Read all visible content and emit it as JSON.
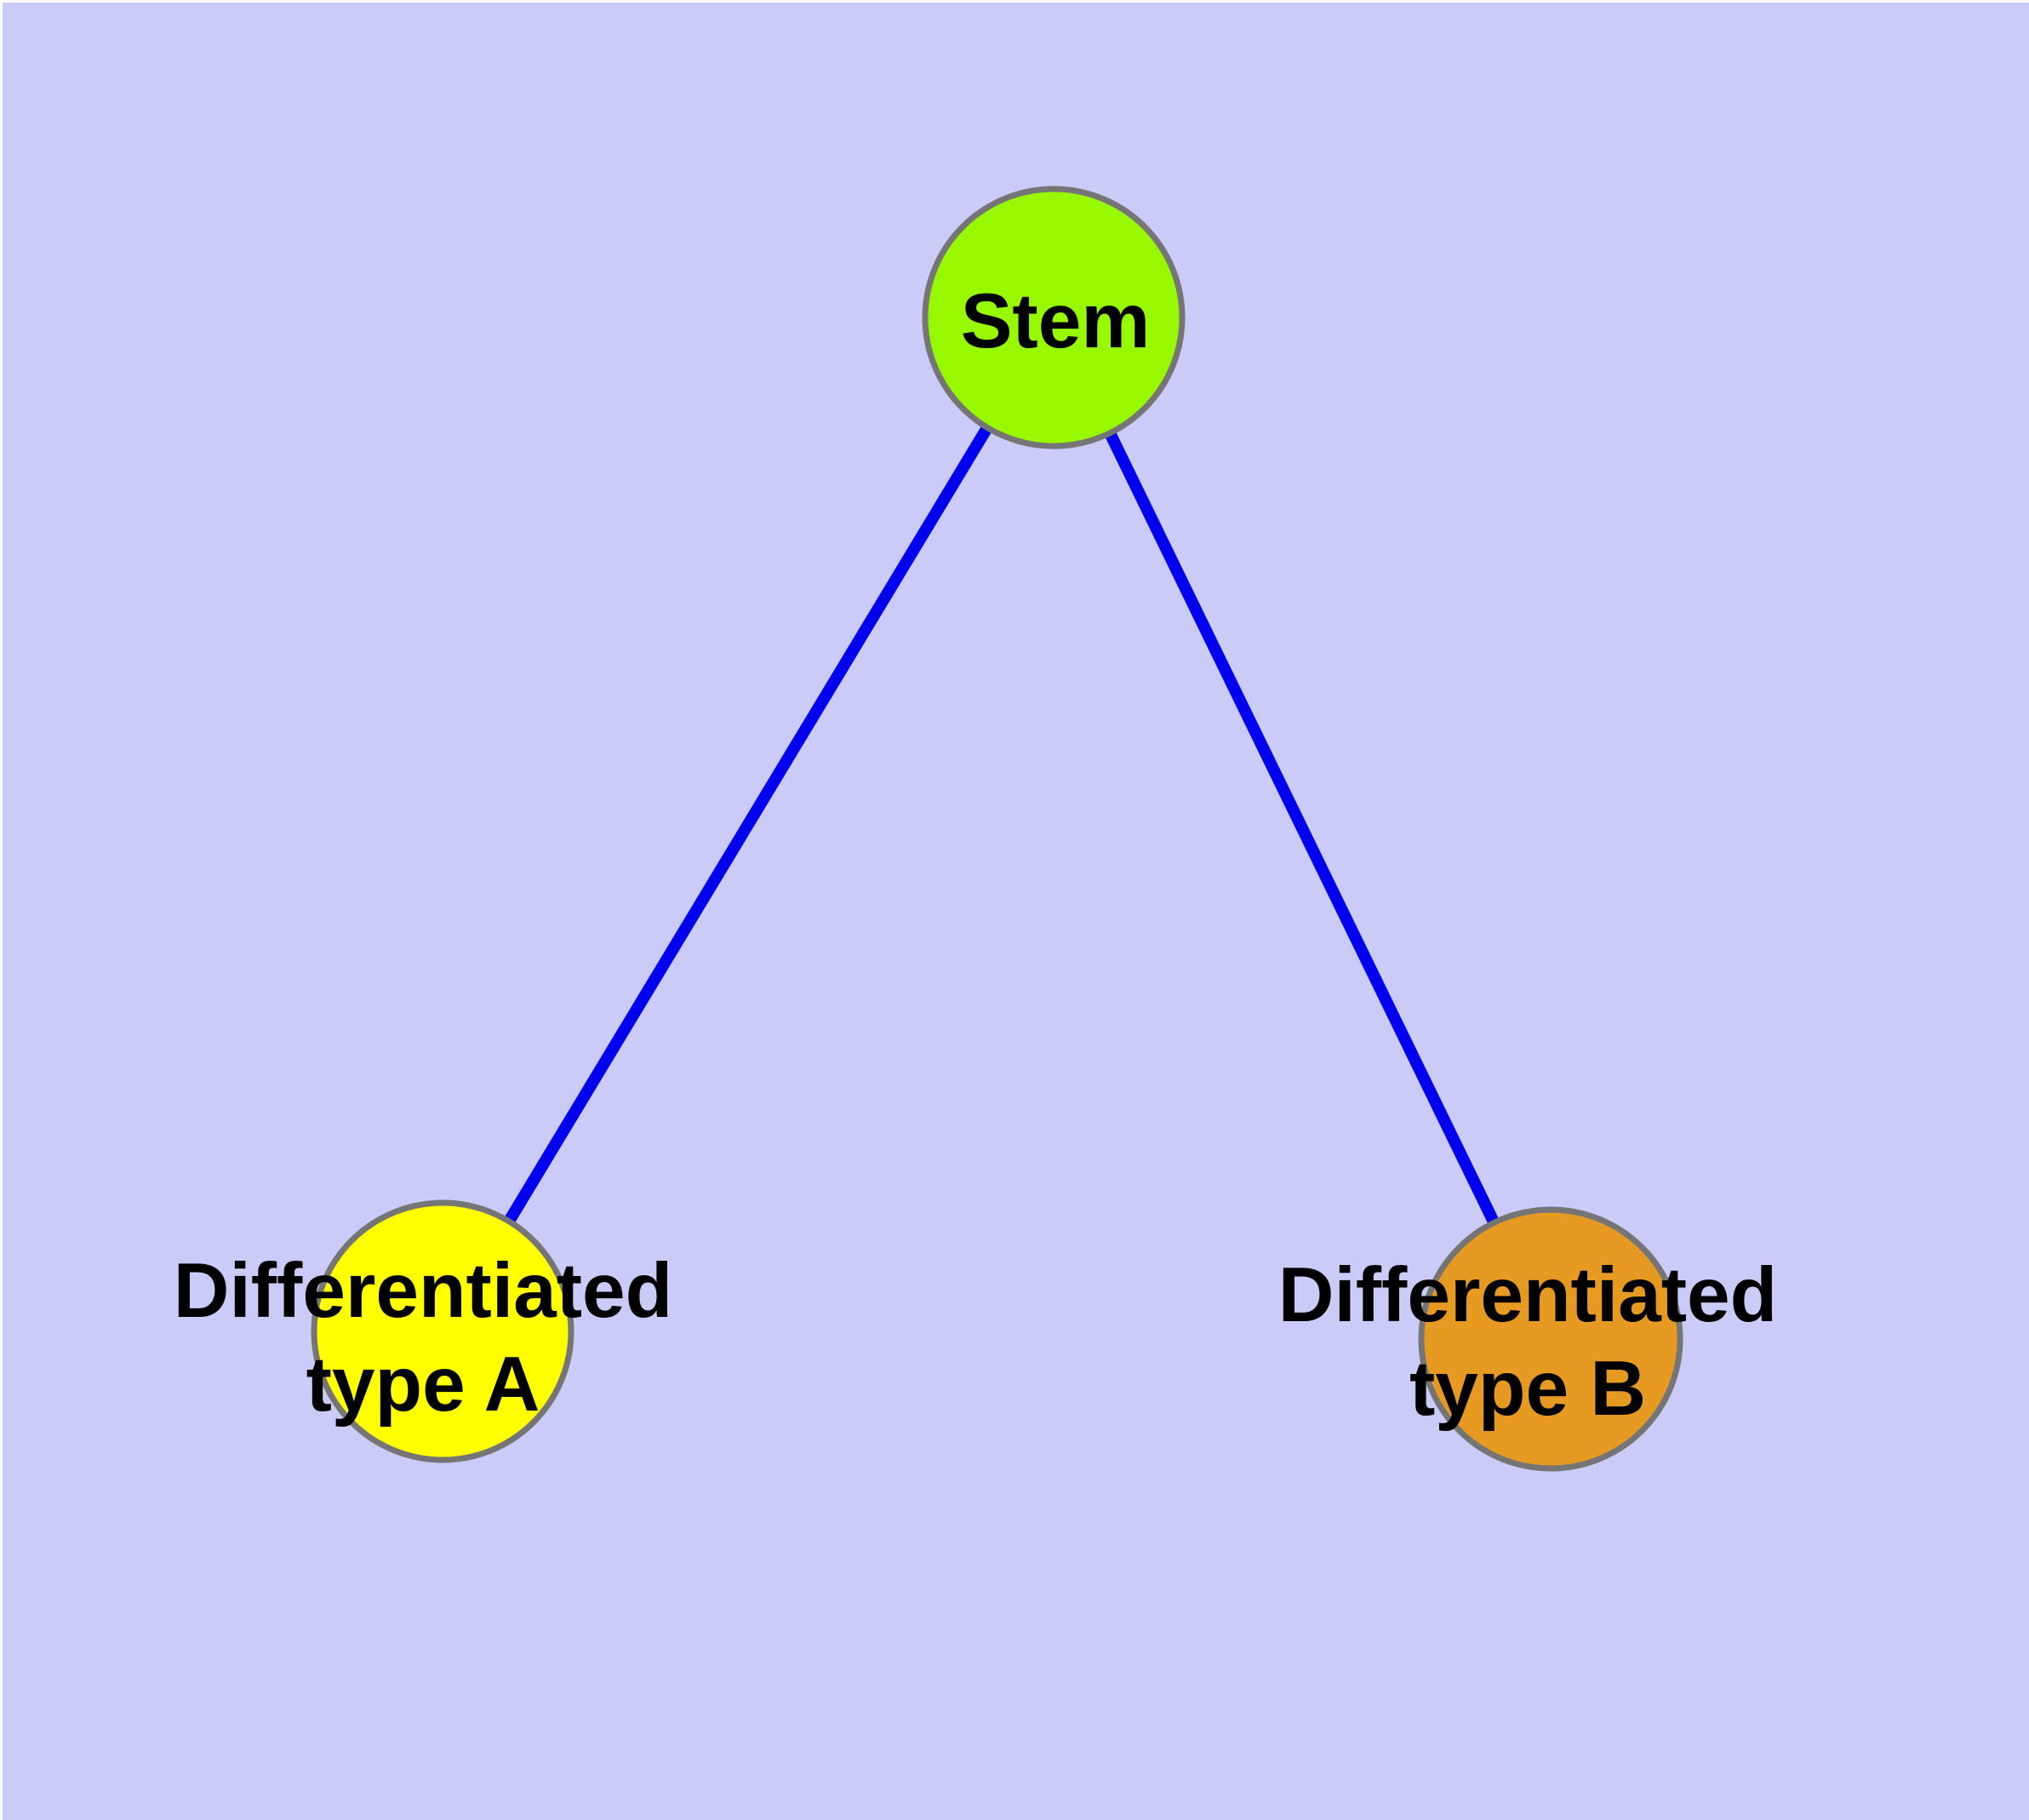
{
  "diagram": {
    "type": "node-link-graph",
    "background_color": "#CBCBF7",
    "edge_color": "#0000EE",
    "node_border_color": "#757575",
    "label_color": "#000000",
    "nodes": {
      "stem": {
        "label": "Stem",
        "fill": "#97F800"
      },
      "type_a": {
        "label_line1": "Differentiated",
        "label_line2": "type A",
        "fill": "#FFFF00"
      },
      "type_b": {
        "label_line1": "Differentiated",
        "label_line2": "type B",
        "fill": "#E69A22"
      }
    },
    "edges": [
      {
        "from": "Stem",
        "to": "Differentiated type A"
      },
      {
        "from": "Stem",
        "to": "Differentiated type B"
      }
    ]
  }
}
